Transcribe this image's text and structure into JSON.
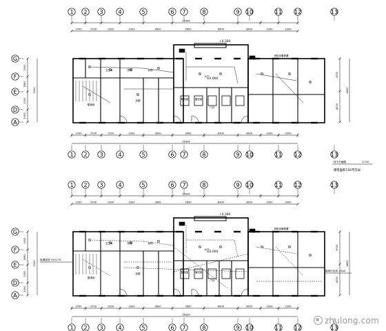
{
  "plans": [
    {
      "top_axes": [
        "1",
        "2",
        "3",
        "4",
        "5",
        "6",
        "7",
        "8",
        "9",
        "10",
        "11",
        "12",
        "13"
      ],
      "dims": [
        "3700",
        "3700",
        "1500",
        "3300",
        "3600",
        "3600",
        "8400",
        "3600",
        "3300",
        "3300"
      ],
      "total": "36300",
      "row_axes": [
        "G",
        "F",
        "E",
        "D",
        "A"
      ],
      "left_dims": [
        "2000",
        "1800",
        "2200",
        "1000"
      ],
      "left_total": "7000",
      "right_dims": [
        "3000",
        "4000"
      ],
      "right_total": "4800",
      "elev": "+0.300",
      "elev2": "±0.000",
      "rooms": [
        "卫生间",
        "男厕",
        "女厕",
        "配电室",
        "值班室",
        "门厅",
        "走廊",
        "楼梯间",
        "大厅"
      ],
      "note": "消防设备配置",
      "caption": "地下平面图",
      "scale": "1:100",
      "area": "建筑面积156平方米"
    },
    {
      "top_axes": [
        "1",
        "2",
        "3",
        "4",
        "5",
        "6",
        "7",
        "8",
        "9",
        "10",
        "11",
        "12",
        "13"
      ],
      "dims": [
        "3700",
        "3700",
        "1500",
        "3300",
        "3600",
        "3600",
        "8400",
        "3600",
        "3300",
        "3300"
      ],
      "total": "36300",
      "row_axes": [
        "G",
        "F",
        "E",
        "D",
        "A"
      ],
      "left_dims": [
        "2000",
        "1800",
        "2200",
        "1000"
      ],
      "left_total": "7000",
      "right_dims": [
        "3000",
        "4000"
      ],
      "right_total": "4800",
      "elev": "+0.300",
      "elev2": "±0.000",
      "rooms": [
        "卫生间",
        "男厕",
        "女厕",
        "配电室",
        "值班室",
        "门厅",
        "走廊",
        "楼梯间",
        "大厅"
      ],
      "note": "消防设备配置",
      "cable_left": "电源进线 YJV22 PC",
      "cable_right": "接地引出线 -40x4"
    }
  ],
  "watermark": "zhulong.com"
}
